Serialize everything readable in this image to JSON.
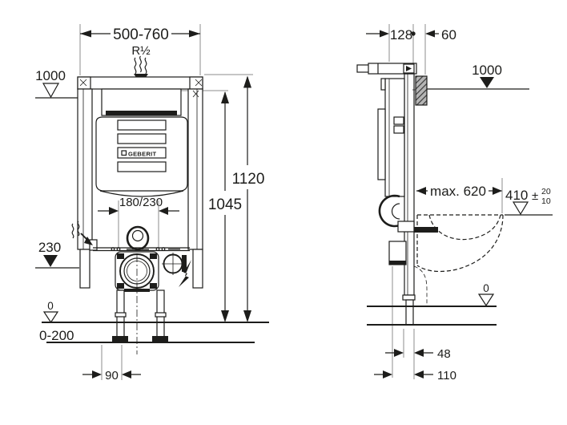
{
  "drawing": {
    "brand_logo": "GEBERIT",
    "front": {
      "width_range": "500-760",
      "water_connection": "R½",
      "actuation_height": "1000",
      "total_height": "1120",
      "supply_height": "1045",
      "rod_spacing": "180/230",
      "outlet_height": "230",
      "floor_zero": "0",
      "floor_adjust_range": "0-200",
      "drain_offset": "90"
    },
    "side": {
      "frame_depth": "128",
      "wall_offset": "60",
      "actuation_height": "1000",
      "bowl_projection": "max. 620",
      "bowl_height": "410",
      "tol_sign": "±",
      "tol_plus": "20",
      "tol_minus": "10",
      "floor_zero": "0",
      "pipe_offset": "48",
      "drain_offset": "110"
    }
  }
}
